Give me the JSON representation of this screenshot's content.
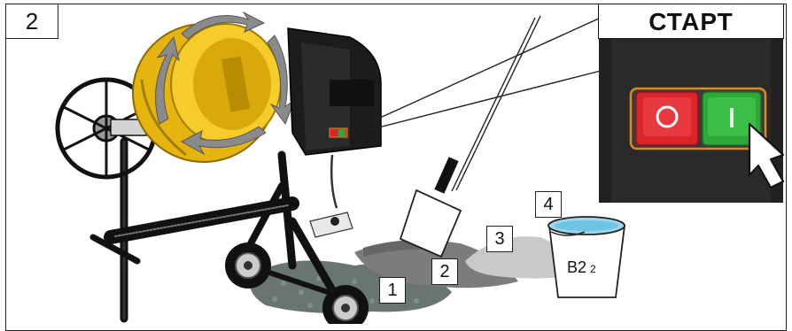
{
  "step_number": "2",
  "start_panel": {
    "title": "СТАРТ",
    "stop_symbol": "O",
    "start_symbol": "I"
  },
  "callouts": [
    "1",
    "2",
    "3",
    "4"
  ],
  "bucket": {
    "label": "B2",
    "subscript": "2"
  },
  "colors": {
    "drum": "#f2c21a",
    "motor": "#1c1c1c",
    "stop_button": "#d9252b",
    "start_button": "#2fa83a",
    "button_frame": "#e08a1a",
    "gravel": "#5a6b64",
    "cement": "#8c8c8c",
    "sand": "#cfcfcf",
    "water": "#8fd0e8"
  },
  "icons": [
    "rotation-arrow-icon",
    "pointer-hand-icon",
    "shovel-icon",
    "bucket-icon"
  ]
}
